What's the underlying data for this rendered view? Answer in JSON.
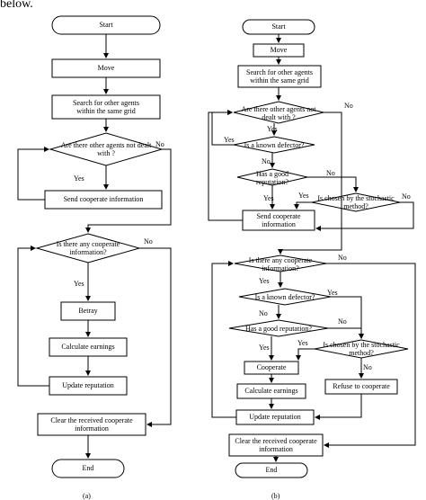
{
  "intro": "below.",
  "captions": {
    "a": "(a)",
    "b": "(b)"
  },
  "a": {
    "start": "Start",
    "move": "Move",
    "search": "Search for other agents\nwithin the same grid",
    "q_other": "Are there other agents not dealt\nwith ?",
    "send": "Send cooperate information",
    "q_coop": "Is there any cooperate\ninformation?",
    "betray": "Betray",
    "calc": "Calculate earnings",
    "update": "Update reputation",
    "clear": "Clear the received cooperate\ninformation",
    "end": "End",
    "yes_other": "Yes",
    "no_other": "No",
    "yes_coop": "Yes",
    "no_coop": "No"
  },
  "b": {
    "start": "Start",
    "move": "Move",
    "search": "Search for other agents\nwithin the same grid",
    "q_other": "Are there other agents not\ndealt with ?",
    "q_defector": "Is a known defector?",
    "q_rep": "Has a good\nreputation?",
    "q_stoch": "Is chosen by the stochastic\nmethod?",
    "send": "Send cooperate\ninformation",
    "q_coop": "Is there any cooperate\ninformation?",
    "q_defector2": "Is a known defector?",
    "q_rep2": "Has a good reputation?",
    "q_stoch2": "Is chosen by the stochastic\nmethod?",
    "cooperate": "Cooperate",
    "calc": "Calculate earnings",
    "refuse": "Refuse to cooperate",
    "update": "Update reputation",
    "clear": "Clear the received cooperate\ninformation",
    "end": "End",
    "yes_other": "Yes",
    "no_other": "No",
    "yes_defector": "Yes",
    "no_defector": "No",
    "yes_rep": "Yes",
    "no_rep": "No",
    "yes_stoch": "Yes",
    "no_stoch": "No",
    "yes_coop": "Yes",
    "no_coop": "No",
    "yes_defector2": "Yes",
    "no_defector2": "No",
    "yes_rep2": "Yes",
    "no_rep2": "No",
    "yes_stoch2": "Yes",
    "no_stoch2": "No"
  }
}
